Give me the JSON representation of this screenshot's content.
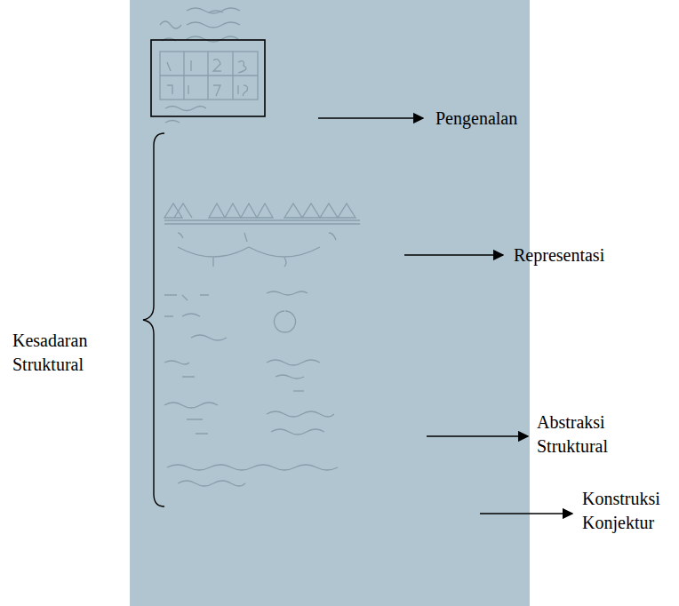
{
  "diagram": {
    "labels": [
      "Pengenalan",
      "Representasi",
      "Abstraksi Struktural",
      "Konstruksi Konjektur",
      "Kesadaran Struktural"
    ]
  }
}
